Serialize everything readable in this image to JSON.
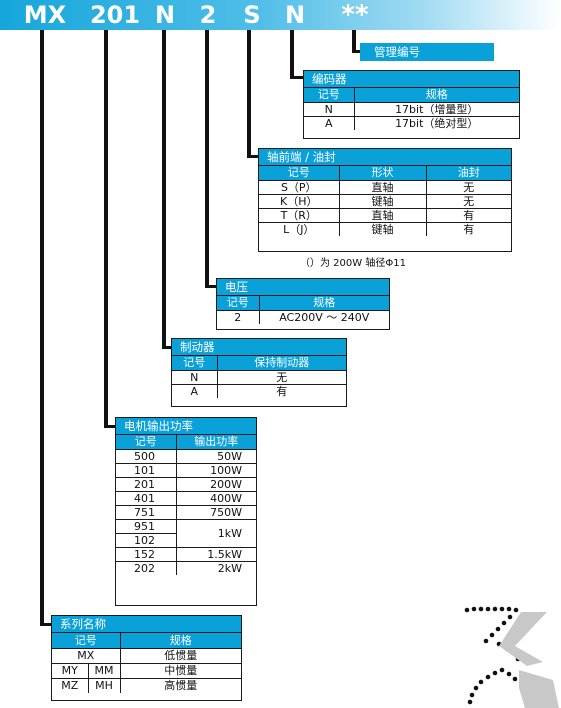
{
  "model_code": [
    "MX",
    "201",
    "N",
    "2",
    "S",
    "N",
    "**"
  ],
  "management_no": {
    "title": "管理编号"
  },
  "encoder": {
    "title": "编码器",
    "headers": [
      "记号",
      "规格"
    ],
    "rows": [
      [
        "N",
        "17bit（增量型）"
      ],
      [
        "A",
        "17bit（绝对型）"
      ]
    ]
  },
  "shaft": {
    "title": "轴前端 / 油封",
    "headers": [
      "记号",
      "形状",
      "油封"
    ],
    "rows": [
      [
        "S（P）",
        "直轴",
        "无"
      ],
      [
        "K（H）",
        "键轴",
        "无"
      ],
      [
        "T（R）",
        "直轴",
        "有"
      ],
      [
        "L（J）",
        "键轴",
        "有"
      ]
    ],
    "note": "（）为 200W 轴径Φ11"
  },
  "voltage": {
    "title": "电压",
    "headers": [
      "记号",
      "规格"
    ],
    "rows": [
      [
        "2",
        "AC200V ～ 240V"
      ]
    ]
  },
  "brake": {
    "title": "制动器",
    "headers": [
      "记号",
      "保持制动器"
    ],
    "rows": [
      [
        "N",
        "无"
      ],
      [
        "A",
        "有"
      ]
    ]
  },
  "power": {
    "title": "电机输出功率",
    "headers": [
      "记号",
      "输出功率"
    ],
    "rows": [
      [
        "500",
        "50W"
      ],
      [
        "101",
        "100W"
      ],
      [
        "201",
        "200W"
      ],
      [
        "401",
        "400W"
      ],
      [
        "751",
        "750W"
      ],
      [
        "951",
        "1kW"
      ],
      [
        "102",
        ""
      ],
      [
        "152",
        "1.5kW"
      ],
      [
        "202",
        "2kW"
      ]
    ]
  },
  "series": {
    "title": "系列名称",
    "headers": [
      "记号",
      "规格"
    ],
    "rows": [
      [
        "MX",
        "",
        "低惯量"
      ],
      [
        "MY",
        "MM",
        "中惯量"
      ],
      [
        "MZ",
        "MH",
        "高惯量"
      ]
    ]
  },
  "colors": {
    "accent": "#0aa0d8",
    "text": "#111111"
  }
}
